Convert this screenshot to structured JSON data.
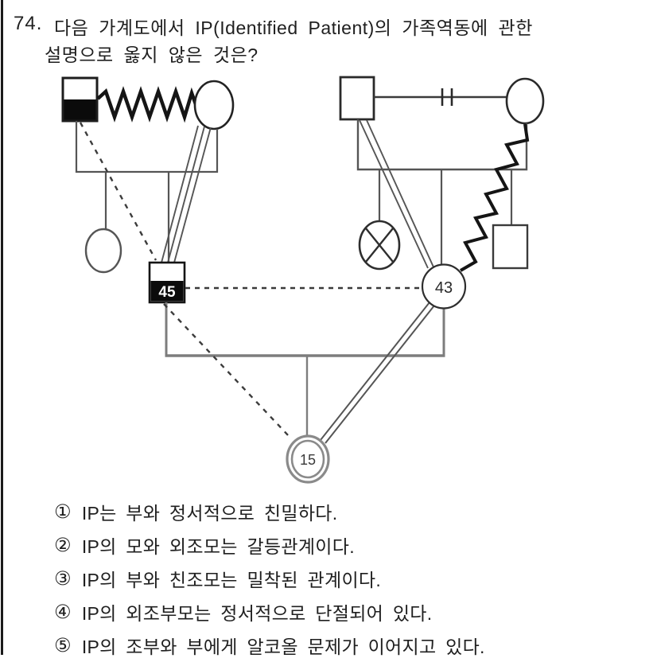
{
  "page": {
    "bg": "#ffffff",
    "rule_color": "#1a1a1a",
    "text_color": "#1f1f1f"
  },
  "question": {
    "number": "74.",
    "line1": "다음 가계도에서 IP(Identified Patient)의 가족역동에 관한",
    "line2": "설명으로 옳지 않은 것은?"
  },
  "genogram": {
    "father_label": "45",
    "mother_label": "43",
    "ip_label": "15",
    "colors": {
      "line_dark": "#1d1d1d",
      "line_mid": "#555555",
      "line_gray": "#7d7d7d",
      "ring_gray": "#8a8a8a",
      "fill_black": "#0b0b0b",
      "fill_white": "#ffffff"
    }
  },
  "options": [
    {
      "marker": "①",
      "text": "IP는 부와 정서적으로 친밀하다."
    },
    {
      "marker": "②",
      "text": "IP의 모와 외조모는 갈등관계이다."
    },
    {
      "marker": "③",
      "text": "IP의 부와 친조모는 밀착된 관계이다."
    },
    {
      "marker": "④",
      "text": "IP의 외조부모는 정서적으로 단절되어 있다."
    },
    {
      "marker": "⑤",
      "text": "IP의 조부와 부에게 알코올 문제가 이어지고 있다."
    }
  ]
}
